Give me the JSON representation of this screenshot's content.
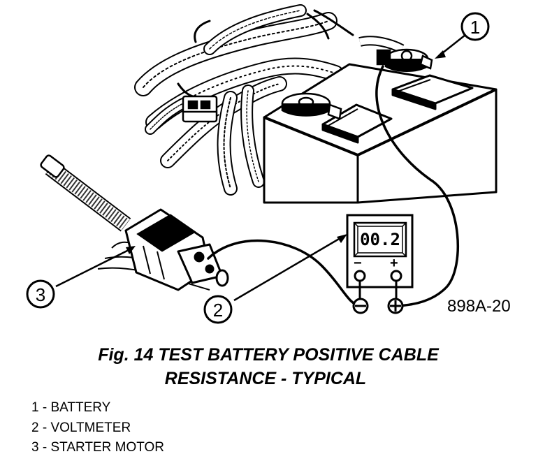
{
  "figure": {
    "code": "898A-20",
    "caption_line_1": "Fig. 14 TEST BATTERY POSITIVE CABLE",
    "caption_line_2": "RESISTANCE - TYPICAL"
  },
  "voltmeter": {
    "display_value": "00.2",
    "negative_symbol": "−",
    "positive_symbol": "+"
  },
  "callouts": [
    {
      "number": "1"
    },
    {
      "number": "2"
    },
    {
      "number": "3"
    }
  ],
  "legend": [
    {
      "number": "1",
      "label": "BATTERY",
      "text": "1 - BATTERY"
    },
    {
      "number": "2",
      "label": "VOLTMETER",
      "text": "2 - VOLTMETER"
    },
    {
      "number": "3",
      "label": "STARTER MOTOR",
      "text": "3 - STARTER MOTOR"
    }
  ]
}
